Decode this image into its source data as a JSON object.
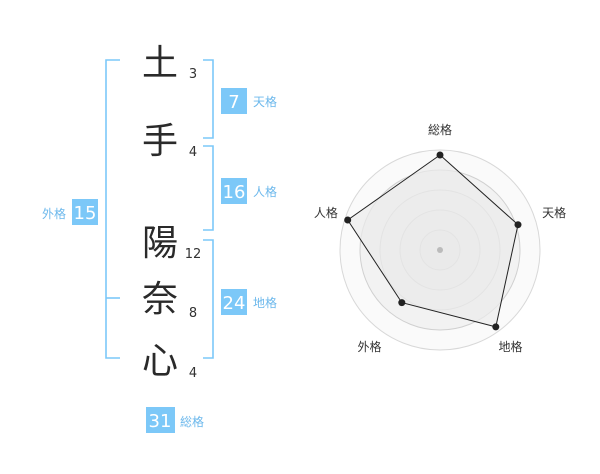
{
  "colors": {
    "accent": "#7cc8f8",
    "label_blue": "#6cb8ec",
    "radar_fill": "#efefef",
    "radar_ring": "#cccccc",
    "radar_line": "#222222"
  },
  "characters": [
    {
      "char": "土",
      "strokes": "3"
    },
    {
      "char": "手",
      "strokes": "4"
    },
    {
      "char": "陽",
      "strokes": "12"
    },
    {
      "char": "奈",
      "strokes": "8"
    },
    {
      "char": "心",
      "strokes": "4"
    }
  ],
  "fortunes": {
    "tenkaku": {
      "value": "7",
      "label": "天格"
    },
    "jinkaku": {
      "value": "16",
      "label": "人格"
    },
    "chikaku": {
      "value": "24",
      "label": "地格"
    },
    "gaikaku": {
      "value": "15",
      "label": "外格"
    },
    "soukaku": {
      "value": "31",
      "label": "総格"
    }
  },
  "radar": {
    "axes": [
      {
        "label": "総格",
        "value": 0.95
      },
      {
        "label": "天格",
        "value": 0.82
      },
      {
        "label": "地格",
        "value": 0.95
      },
      {
        "label": "外格",
        "value": 0.65
      },
      {
        "label": "人格",
        "value": 0.97
      }
    ]
  }
}
